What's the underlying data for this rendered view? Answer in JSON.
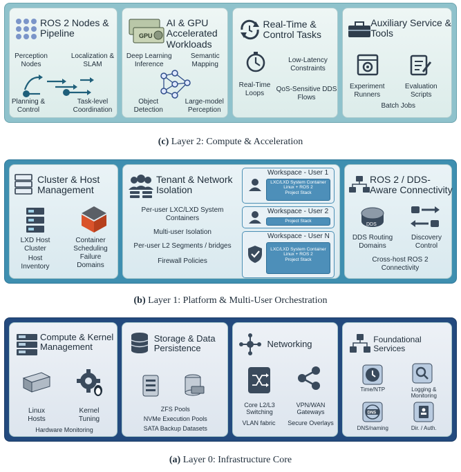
{
  "layer2": {
    "caption_letter": "(c)",
    "caption_text": "Layer 2: Compute & Acceleration",
    "ros2": {
      "title": "ROS 2 Nodes & Pipeline",
      "perception": "Perception Nodes",
      "localization": "Localization & SLAM",
      "planning": "Planning & Control",
      "coordination": "Task-level Coordination"
    },
    "ai": {
      "title": "AI & GPU Accelerated Workloads",
      "gpu_chip": "GPU",
      "deep_learning": "Deep Learning Inference",
      "semantic": "Semantic Mapping",
      "object": "Object Detection",
      "large_model": "Large-model Perception"
    },
    "realtime": {
      "title": "Real-Time & Control Tasks",
      "low_latency": "Low-Latency Constraints",
      "loops": "Real-Time Loops",
      "qos": "QoS-Sensitive DDS Flows"
    },
    "aux": {
      "title": "Auxiliary Service & Tools",
      "runners": "Experiment Runners",
      "scripts": "Evaluation Scripts",
      "batch": "Batch Jobs"
    }
  },
  "layer1": {
    "caption_letter": "(b)",
    "caption_text": "Layer 1: Platform & Multi-User Orchestration",
    "cluster": {
      "title": "Cluster & Host Management",
      "lxd_cluster": "LXD Host Cluster",
      "container_sched": "Container Scheduling",
      "host_inventory": "Host Inventory",
      "failure_domains": "Failure Domains"
    },
    "tenant": {
      "title": "Tenant & Network Isolation",
      "per_user_lxc": "Per-user LXC/LXD System Containers",
      "multi_user": "Multi-user Isolation",
      "l2": "Per-user L2 Segments / bridges",
      "firewall": "Firewall Policies",
      "ws1_title": "Workspace - User 1",
      "ws1_box": "LXC/LXD System Container\nLinux + ROS 2\nProject Stack",
      "ws2_title": "Workspace - User 2",
      "ws2_box": "Project Stack",
      "wsn_title": "Workspace - User N",
      "wsn_box": "LXC/LXD System Container\nLinux + ROS 2\nProject Stack"
    },
    "dds": {
      "title": "ROS 2 / DDS-Aware Connectivity",
      "dds_badge": "DDS",
      "routing": "DDS Routing Domains",
      "discovery": "Discovery Control",
      "cross_host": "Cross-host ROS 2 Connectivity"
    }
  },
  "layer0": {
    "caption_letter": "(a)",
    "caption_text": "Layer 0: Infrastructure Core",
    "compute": {
      "title": "Compute & Kernel Management",
      "linux": "Linux Hosts",
      "kernel": "Kernel Tuning",
      "hw_monitoring": "Hardware Monitoring"
    },
    "storage": {
      "title": "Storage & Data Persistence",
      "zfs": "ZFS Pools",
      "nvme": "NVMe Execution Pools",
      "sata": "SATA Backup Datasets"
    },
    "networking": {
      "title": "Networking",
      "core": "Core L2/L3 Switching",
      "vpn": "VPN/WAN Gateways",
      "vlan": "VLAN fabric",
      "overlays": "Secure Overlays"
    },
    "foundational": {
      "title": "Foundational Services",
      "time": "Time/NTP",
      "logging": "Logging & Monitoring",
      "dns_badge": "DNS",
      "dns": "DNS/naming",
      "dir": "Dir. / Auth."
    }
  },
  "colors": {
    "layer2_bg": "#8fc2cc",
    "layer1_bg": "#3f8fb0",
    "layer0_bg": "#234a7e",
    "icon_dark": "#3a4a5c",
    "workspace_box": "#4d8fb9"
  }
}
